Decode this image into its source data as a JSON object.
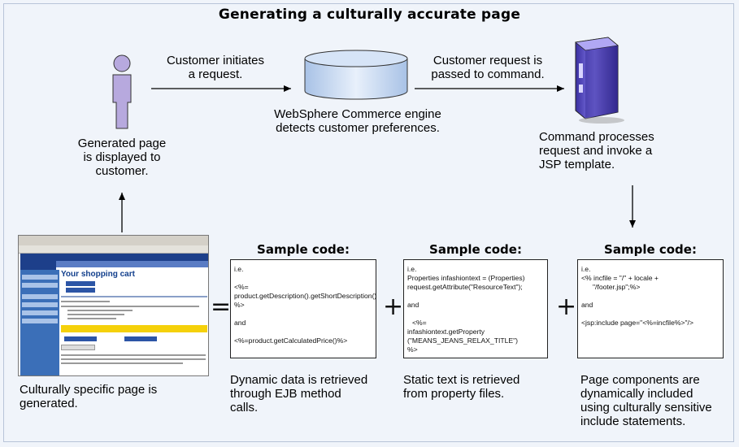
{
  "title": "Generating a culturally accurate page",
  "labels": {
    "customer_initiates": [
      "Customer initiates",
      "a request."
    ],
    "engine": [
      "WebSphere Commerce engine",
      "detects customer preferences."
    ],
    "request_passed": [
      "Customer request is",
      "passed to command."
    ],
    "command_processes": [
      "Command processes",
      "request and invoke a",
      "JSP template."
    ],
    "generated_page": [
      "Generated page",
      "is displayed to",
      "customer."
    ],
    "culturally_specific": [
      "Culturally specific page is",
      "generated."
    ]
  },
  "operators": {
    "equals": "=",
    "plus1": "+",
    "plus2": "+"
  },
  "samples": [
    {
      "heading": "Sample code:",
      "code": [
        "i.e.",
        "",
        "<%=",
        "product.getDescription().getShortDescription()",
        "%>",
        "",
        "and",
        "",
        "<%=product.getCalculatedPrice()%>"
      ],
      "caption": [
        "Dynamic data is retrieved",
        "through EJB method",
        "calls."
      ]
    },
    {
      "heading": "Sample code:",
      "code": [
        "i.e.",
        "Properties infashiontext = (Properties)",
        "request.getAttribute(\"ResourceText\");",
        "",
        "and",
        "",
        "<%=",
        "infashiontext.getProperty",
        "(\"MEANS_JEANS_RELAX_TITLE\")",
        "%>"
      ],
      "caption": [
        "Static text is retrieved",
        "from property files."
      ]
    },
    {
      "heading": "Sample code:",
      "code": [
        "i.e.",
        "<% incfile = \"/\" + locale +",
        "\"/footer.jsp\";%>",
        "",
        "and",
        "",
        "<jsp:include page=\"<%=incfile%>\"/>"
      ],
      "caption": [
        "Page components are",
        "dynamically included",
        "using culturally sensitive",
        "include statements."
      ]
    }
  ],
  "screenshot": {
    "heading": "Your shopping cart"
  },
  "colors": {
    "server_blue": "#6a5fd0",
    "person_purple": "#b7a9de",
    "db_blue": "#bcd3f0"
  }
}
